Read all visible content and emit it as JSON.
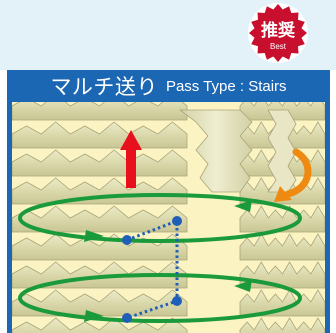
{
  "header": {
    "title": "マルチ送り",
    "subtitle": "Pass Type : Stairs"
  },
  "badge": {
    "label": "推奨",
    "sub_label": "Best"
  },
  "colors": {
    "panel_blue": "#1b67b4",
    "badge_red": "#c8102e",
    "path_green": "#1a9a3b",
    "arrow_red": "#e8101d",
    "rotate_orange": "#ee8a12",
    "point_blue": "#1f5fb8",
    "thread_beige": "#dedcb0",
    "background_cream": "#fcf3c2"
  },
  "icons": {
    "feed_direction": "red-up-arrow-icon",
    "rotation": "orange-curved-arrow-icon"
  }
}
